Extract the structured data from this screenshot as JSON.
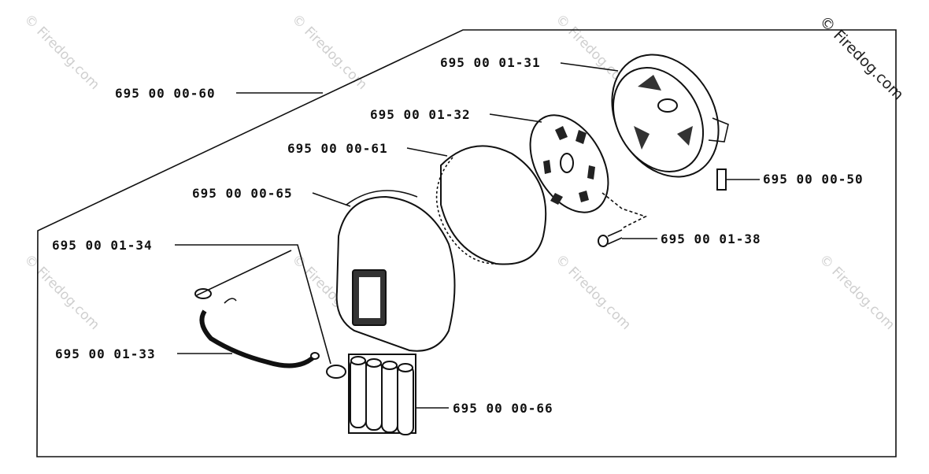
{
  "brand_watermark": "© Firedog.com",
  "faint_watermark": "© Firedog.com",
  "parts": [
    {
      "id": "p60",
      "label": "695 00 00-60"
    },
    {
      "id": "p31",
      "label": "695 00 01-31"
    },
    {
      "id": "p32",
      "label": "695 00 01-32"
    },
    {
      "id": "p61",
      "label": "695 00 00-61"
    },
    {
      "id": "p65",
      "label": "695 00 00-65"
    },
    {
      "id": "p50",
      "label": "695 00 00-50"
    },
    {
      "id": "p38",
      "label": "695 00 01-38"
    },
    {
      "id": "p34",
      "label": "695 00 01-34"
    },
    {
      "id": "p33",
      "label": "695 00 01-33"
    },
    {
      "id": "p66",
      "label": "695 00 00-66"
    }
  ]
}
